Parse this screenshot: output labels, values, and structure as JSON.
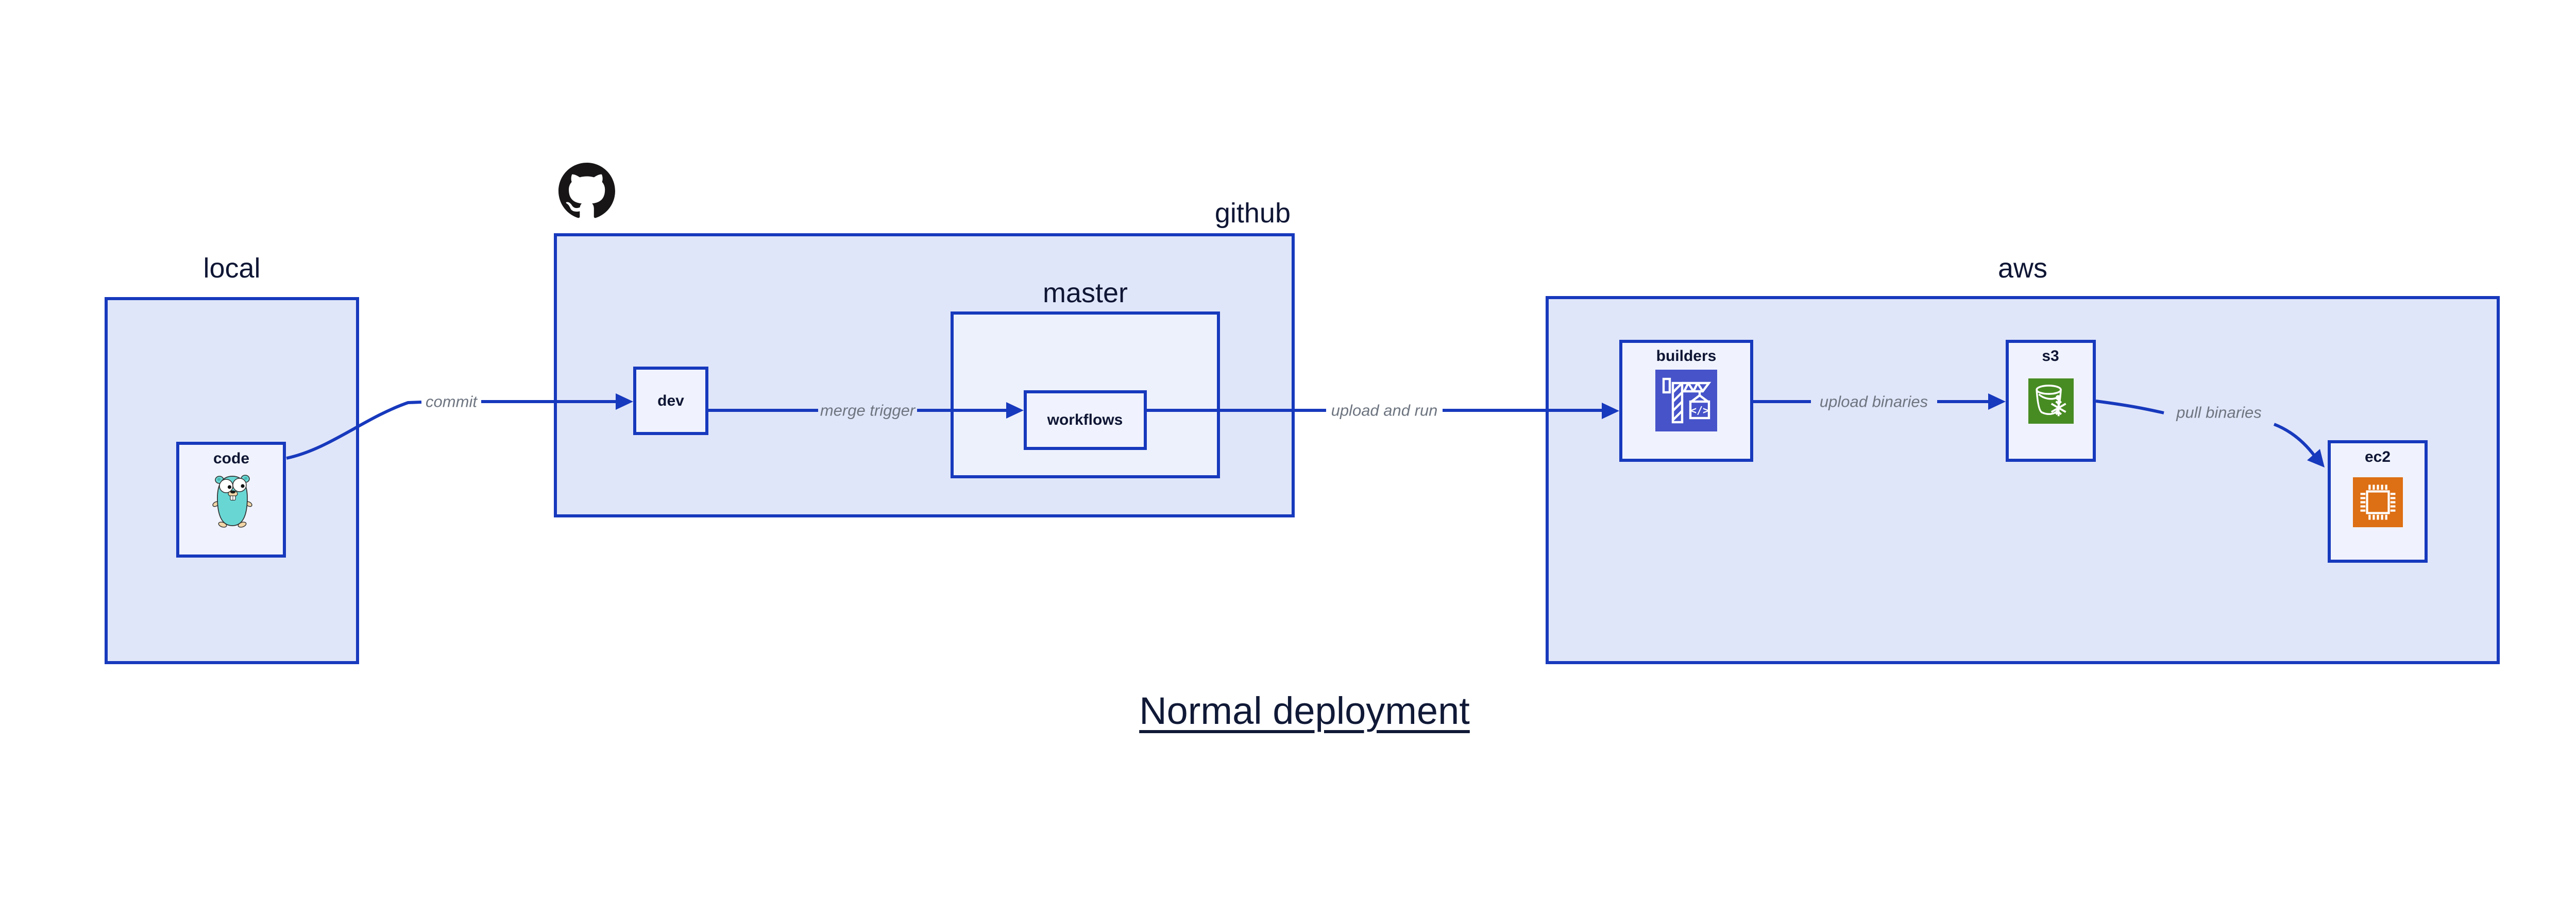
{
  "title": "Normal deployment",
  "colors": {
    "stroke_blue": "#1739bd",
    "container_fill": "#e0e6f9",
    "master_fill": "#edf1fc",
    "node_fill": "#f0f3fd",
    "label_dark": "#0f1634",
    "edge_label_gray": "#6e7580",
    "builders_icon_bg": "#4653c9",
    "s3_icon_bg": "#478c23",
    "ec2_icon_bg": "#dd6f14",
    "github_logo": "#171515",
    "gopher_teal": "#68d7d4"
  },
  "containers": {
    "local": {
      "label": "local"
    },
    "github": {
      "label": "github"
    },
    "master": {
      "label": "master"
    },
    "aws": {
      "label": "aws"
    }
  },
  "nodes": {
    "code": {
      "label": "code",
      "icon": "go-gopher-icon"
    },
    "dev": {
      "label": "dev"
    },
    "workflows": {
      "label": "workflows"
    },
    "builders": {
      "label": "builders",
      "icon": "codebuild-crane-icon"
    },
    "s3": {
      "label": "s3",
      "icon": "s3-bucket-snowflake-icon"
    },
    "ec2": {
      "label": "ec2",
      "icon": "ec2-chip-icon"
    }
  },
  "edges": {
    "commit": {
      "label": "commit",
      "from": "code",
      "to": "dev"
    },
    "merge_trigger": {
      "label": "merge trigger",
      "from": "dev",
      "to": "workflows"
    },
    "upload_and_run": {
      "label": "upload and run",
      "from": "workflows",
      "to": "builders"
    },
    "upload_binaries": {
      "label": "upload binaries",
      "from": "builders",
      "to": "s3"
    },
    "pull_binaries": {
      "label": "pull binaries",
      "from": "s3",
      "to": "ec2"
    }
  }
}
